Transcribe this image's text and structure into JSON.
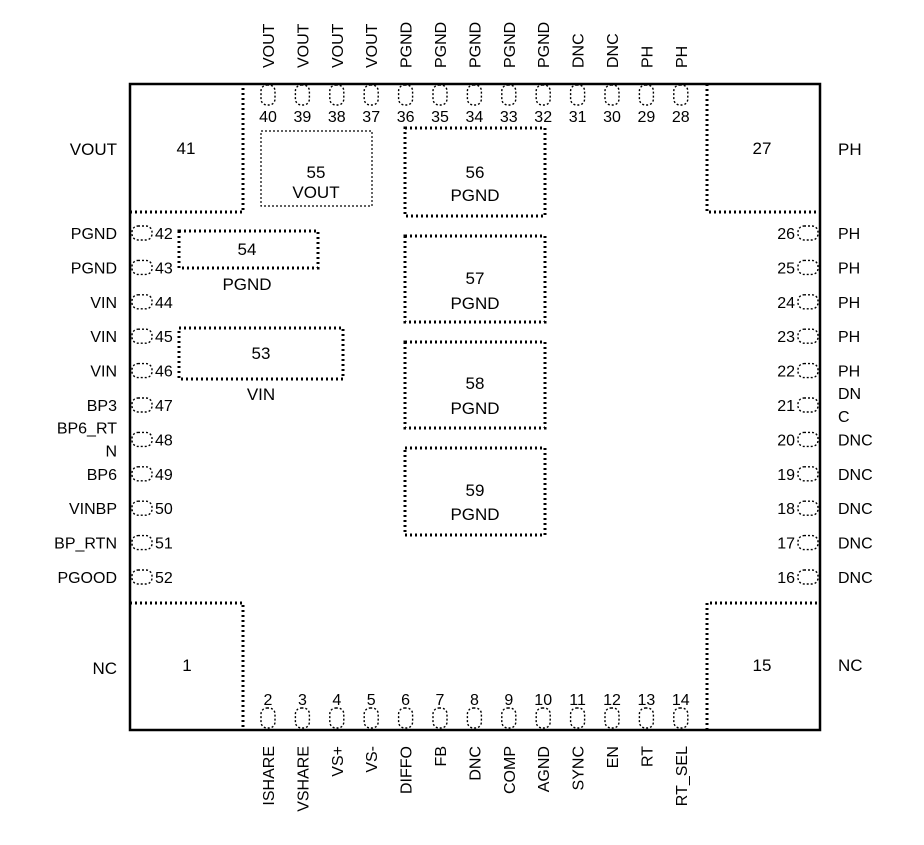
{
  "top_pins": [
    {
      "num": "40",
      "name": "VOUT"
    },
    {
      "num": "39",
      "name": "VOUT"
    },
    {
      "num": "38",
      "name": "VOUT"
    },
    {
      "num": "37",
      "name": "VOUT"
    },
    {
      "num": "36",
      "name": "PGND"
    },
    {
      "num": "35",
      "name": "PGND"
    },
    {
      "num": "34",
      "name": "PGND"
    },
    {
      "num": "33",
      "name": "PGND"
    },
    {
      "num": "32",
      "name": "PGND"
    },
    {
      "num": "31",
      "name": "DNC"
    },
    {
      "num": "30",
      "name": "DNC"
    },
    {
      "num": "29",
      "name": "PH"
    },
    {
      "num": "28",
      "name": "PH"
    }
  ],
  "bottom_pins": [
    {
      "num": "2",
      "name": "ISHARE"
    },
    {
      "num": "3",
      "name": "VSHARE"
    },
    {
      "num": "4",
      "name": "VS+"
    },
    {
      "num": "5",
      "name": "VS-"
    },
    {
      "num": "6",
      "name": "DIFFO"
    },
    {
      "num": "7",
      "name": "FB"
    },
    {
      "num": "8",
      "name": "DNC"
    },
    {
      "num": "9",
      "name": "COMP"
    },
    {
      "num": "10",
      "name": "AGND"
    },
    {
      "num": "11",
      "name": "SYNC"
    },
    {
      "num": "12",
      "name": "EN"
    },
    {
      "num": "13",
      "name": "RT"
    },
    {
      "num": "14",
      "name": "RT_SEL"
    }
  ],
  "left_pins": [
    {
      "num": "42",
      "name": "PGND"
    },
    {
      "num": "43",
      "name": "PGND"
    },
    {
      "num": "44",
      "name": "VIN"
    },
    {
      "num": "45",
      "name": "VIN"
    },
    {
      "num": "46",
      "name": "VIN"
    },
    {
      "num": "47",
      "name": "BP3"
    },
    {
      "num": "48",
      "name": "BP6_RT",
      "name2": "N"
    },
    {
      "num": "49",
      "name": "BP6"
    },
    {
      "num": "50",
      "name": "VINBP"
    },
    {
      "num": "51",
      "name": "BP_RTN"
    },
    {
      "num": "52",
      "name": "PGOOD"
    }
  ],
  "right_pins": [
    {
      "num": "26",
      "name": "PH"
    },
    {
      "num": "25",
      "name": "PH"
    },
    {
      "num": "24",
      "name": "PH"
    },
    {
      "num": "23",
      "name": "PH"
    },
    {
      "num": "22",
      "name": "PH"
    },
    {
      "num": "21",
      "name": "DN",
      "name2": "C"
    },
    {
      "num": "20",
      "name": "DNC"
    },
    {
      "num": "19",
      "name": "DNC"
    },
    {
      "num": "18",
      "name": "DNC"
    },
    {
      "num": "17",
      "name": "DNC"
    },
    {
      "num": "16",
      "name": "DNC"
    }
  ],
  "corner_pads": {
    "top_left": {
      "num": "41",
      "name": "VOUT"
    },
    "top_right": {
      "num": "27",
      "name": "PH"
    },
    "bottom_left": {
      "num": "1",
      "name": "NC"
    },
    "bottom_right": {
      "num": "15",
      "name": "NC"
    }
  },
  "inner_pads": [
    {
      "num": "55",
      "name": "VOUT"
    },
    {
      "num": "54",
      "name": "PGND"
    },
    {
      "num": "53",
      "name": "VIN"
    },
    {
      "num": "56",
      "name": "PGND"
    },
    {
      "num": "57",
      "name": "PGND"
    },
    {
      "num": "58",
      "name": "PGND"
    },
    {
      "num": "59",
      "name": "PGND"
    }
  ]
}
